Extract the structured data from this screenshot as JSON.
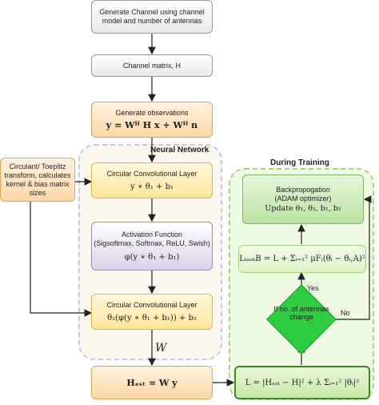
{
  "nodes": {
    "gen_channel": "Generate Channel using channel model and number of antennas",
    "channel_matrix": "Channel matrix, H",
    "gen_obs_title": "Generate observations",
    "gen_obs_eq": "y = Wᴴ H x + Wᴴ n",
    "circulant": "Circulant/ Toeplitz transform, calculates kernel & bias matrix sizes",
    "conv1_title": "Circular Convolutional Layer",
    "conv1_eq": "y ∗ θ₁ + b₁",
    "act_title": "Activation Function",
    "act_sub": "(Sigsoftmax, Softmax, ReLU, Swish)",
    "act_eq": "φ(y ∗ θ₁ + b₁)",
    "conv2_title": "Circular Convolutional Layer",
    "conv2_eq": "θ₂(φ(y ∗ θ₁ + b₁)) + b₂",
    "hest_eq": "Hₑₛₜ = W y",
    "loss_eq": "L = |Hₑₛₜ − H|² + λ Σᵢ₌₁² |θᵢ|²",
    "task_loss_eq": "LₜₐₛₖB = L + Σᵢ₌₁² μFᵢ(θᵢ − θᵢ,A)²",
    "backprop_title": "Backpropogation",
    "backprop_sub": "(ADAM optimizer)",
    "backprop_eq": "Update θ₁, θ₂, b₁, b₂",
    "decision": "If no. of antennas change"
  },
  "groups": {
    "neural_network": "Neural Network",
    "during_training": "During Training"
  },
  "edge_labels": {
    "w_label": "W",
    "yes": "Yes",
    "no": "No"
  },
  "colors": {
    "orange_fill": "#fbd7a8",
    "yellow_fill": "#fde59a",
    "purple_fill": "#dcd2ea",
    "green_fill": "#b9e3a1",
    "decision_fill": "#2ecc40",
    "nn_group_border": "#c9c3ef",
    "training_group_border": "#a9d37b"
  }
}
